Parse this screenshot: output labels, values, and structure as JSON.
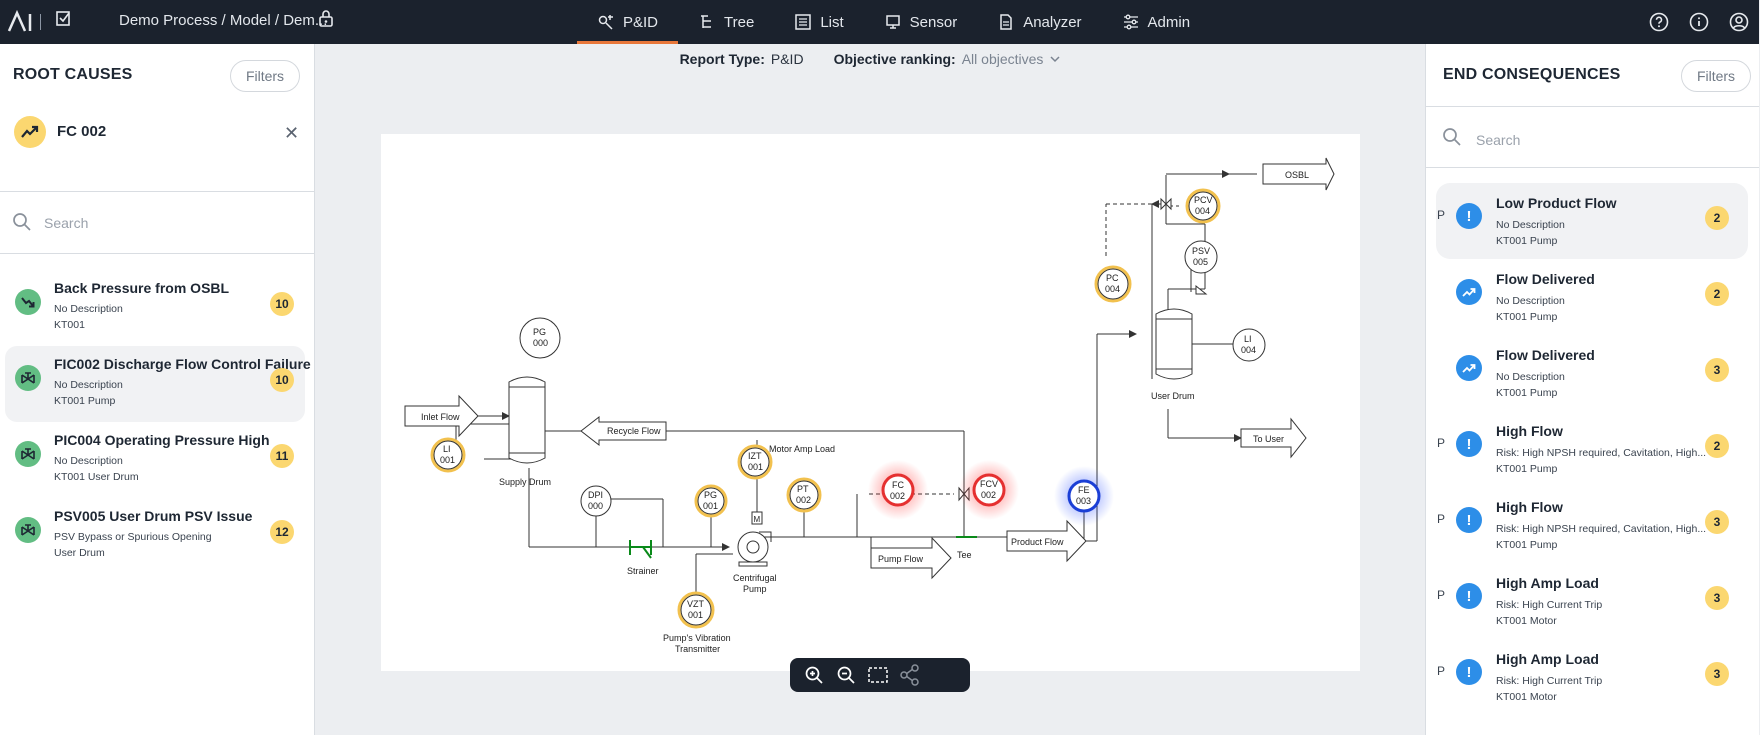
{
  "topbar": {
    "breadcrumb": "Demo Process / Model / Dem...",
    "nav": [
      {
        "label": "P&ID",
        "icon": "pid-icon",
        "active": true
      },
      {
        "label": "Tree",
        "icon": "tree-icon"
      },
      {
        "label": "List",
        "icon": "list-icon"
      },
      {
        "label": "Sensor",
        "icon": "sensor-icon"
      },
      {
        "label": "Analyzer",
        "icon": "analyzer-icon"
      },
      {
        "label": "Admin",
        "icon": "admin-icon"
      }
    ]
  },
  "root_causes": {
    "title": "ROOT CAUSES",
    "filters_label": "Filters",
    "selected": "FC 002",
    "search_placeholder": "Search",
    "items": [
      {
        "title": "Back Pressure from OSBL",
        "desc": "No Description",
        "equip": "KT001",
        "count": "10"
      },
      {
        "title": "FIC002 Discharge Flow Control Failure",
        "desc": "No Description",
        "equip": "KT001 Pump",
        "count": "10"
      },
      {
        "title": "PIC004 Operating Pressure High",
        "desc": "No Description",
        "equip": "KT001 User Drum",
        "count": "11"
      },
      {
        "title": "PSV005 User Drum PSV Issue",
        "desc": "PSV Bypass or Spurious Opening",
        "equip": "User Drum",
        "count": "12"
      }
    ]
  },
  "report": {
    "type_label": "Report Type:",
    "type_value": "P&ID",
    "ranking_label": "Objective ranking:",
    "ranking_value": "All objectives"
  },
  "diagram": {
    "labels": {
      "inlet_flow": "Inlet Flow",
      "recycle_flow": "Recycle Flow",
      "motor_amp_load": "Motor Amp Load",
      "supply_drum": "Supply Drum",
      "strainer": "Strainer",
      "centrifugal_pump": [
        "Centrifugal",
        "Pump"
      ],
      "pump_flow": "Pump Flow",
      "tee": "Tee",
      "product_flow": "Product Flow",
      "vibration_tx": [
        "Pump's Vibration",
        "Transmitter"
      ],
      "user_drum": "User Drum",
      "osbl": "OSBL",
      "to_user": "To User",
      "motor": "M"
    },
    "instruments": {
      "pg000": [
        "PG",
        "000"
      ],
      "li001": [
        "LI",
        "001"
      ],
      "dpi000": [
        "DPI",
        "000"
      ],
      "pg001": [
        "PG",
        "001"
      ],
      "izt001": [
        "IZT",
        "001"
      ],
      "pt002": [
        "PT",
        "002"
      ],
      "fc002": [
        "FC",
        "002"
      ],
      "fcv002": [
        "FCV",
        "002"
      ],
      "fe003": [
        "FE",
        "003"
      ],
      "vzt001": [
        "VZT",
        "001"
      ],
      "pc004": [
        "PC",
        "004"
      ],
      "pcv004": [
        "PCV",
        "004"
      ],
      "psv005": [
        "PSV",
        "005"
      ],
      "li004": [
        "LI",
        "004"
      ]
    }
  },
  "end_consequences": {
    "title": "END CONSEQUENCES",
    "filters_label": "Filters",
    "search_placeholder": "Search",
    "items": [
      {
        "p": "P",
        "icon": "exclamation-icon",
        "title": "Low Product Flow",
        "desc": "No Description",
        "equip": "KT001 Pump",
        "count": "2"
      },
      {
        "p": "",
        "icon": "trend-up-icon",
        "title": "Flow Delivered",
        "desc": "No Description",
        "equip": "KT001 Pump",
        "count": "2"
      },
      {
        "p": "",
        "icon": "trend-up-icon",
        "title": "Flow Delivered",
        "desc": "No Description",
        "equip": "KT001 Pump",
        "count": "3"
      },
      {
        "p": "P",
        "icon": "exclamation-icon",
        "title": "High Flow",
        "desc": "Risk: High NPSH required, Cavitation, High...",
        "equip": "KT001 Pump",
        "count": "2"
      },
      {
        "p": "P",
        "icon": "exclamation-icon",
        "title": "High Flow",
        "desc": "Risk: High NPSH required, Cavitation, High...",
        "equip": "KT001 Pump",
        "count": "3"
      },
      {
        "p": "P",
        "icon": "exclamation-icon",
        "title": "High Amp Load",
        "desc": "Risk: High Current Trip",
        "equip": "KT001 Motor",
        "count": "3"
      },
      {
        "p": "P",
        "icon": "exclamation-icon",
        "title": "High Amp Load",
        "desc": "Risk: High Current Trip",
        "equip": "KT001 Motor",
        "count": "3"
      }
    ]
  },
  "colors": {
    "topbar": "#1b222d",
    "accent": "#e8773a",
    "badge": "#fbd770",
    "cause_icon": "#62bd83",
    "consequence_icon": "#2d8ee8",
    "alarm_red": "#e53030",
    "alarm_blue": "#1b3fd6",
    "instrument_ring": "#f2c14e"
  }
}
